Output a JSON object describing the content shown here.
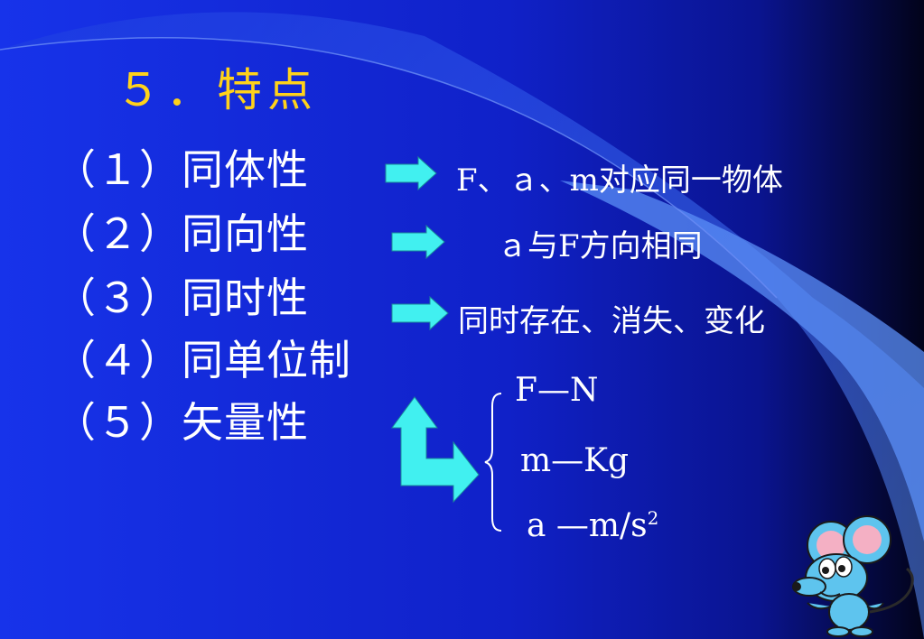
{
  "title": "５．特点",
  "items": [
    "（１）同体性",
    "（２）同向性",
    "（３）同时性",
    "（４）同单位制",
    "（５）矢量性"
  ],
  "descriptions": [
    "F、ａ、m对应同一物体",
    "ａ与F方向相同",
    "同时存在、消失、变化"
  ],
  "units": {
    "force": "F—N",
    "mass": "m—Kg",
    "accel": "a —m/s",
    "accel_exp": "2"
  },
  "colors": {
    "background": "#1a2de0",
    "title": "#ffd21a",
    "text": "#ffffff",
    "arrow": "#41f0f0",
    "light_wedge": "#4a7cf0"
  },
  "icons": {
    "arrows": "right-arrow-icon",
    "bent": "bent-arrow-icon",
    "mouse": "cartoon-mouse-icon"
  }
}
